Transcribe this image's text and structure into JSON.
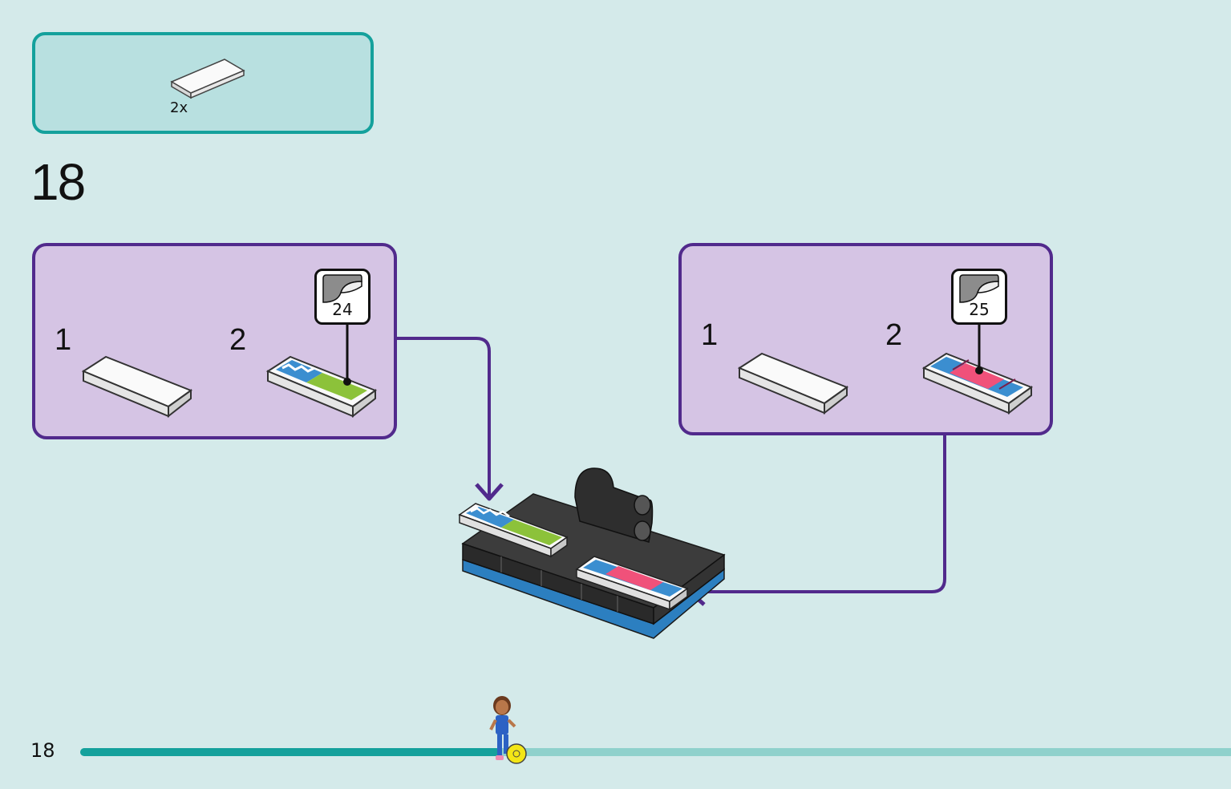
{
  "parts_list": {
    "items": [
      {
        "name": "white-flat-tile-icon",
        "quantity": "2x"
      }
    ]
  },
  "step": {
    "number": "18"
  },
  "sub_assemblies": [
    {
      "steps": [
        {
          "label": "1",
          "icon": "white-flat-tile-icon"
        },
        {
          "label": "2",
          "icon": "stickered-tile-blue-green-icon"
        }
      ],
      "sticker": {
        "number": "24",
        "icon": "sticker-icon"
      }
    },
    {
      "steps": [
        {
          "label": "1",
          "icon": "white-flat-tile-icon"
        },
        {
          "label": "2",
          "icon": "stickered-tile-pink-blue-icon"
        }
      ],
      "sticker": {
        "number": "25",
        "icon": "sticker-icon"
      }
    }
  ],
  "footer": {
    "page_number": "18",
    "progress_fraction": 0.365
  },
  "colors": {
    "background": "#d4eaea",
    "parts_box_border": "#14a19c",
    "subassembly_border": "#512a8c",
    "subassembly_fill": "#d5c4e4",
    "progress_fill": "#14a19c",
    "progress_track": "#8fd1cc"
  }
}
